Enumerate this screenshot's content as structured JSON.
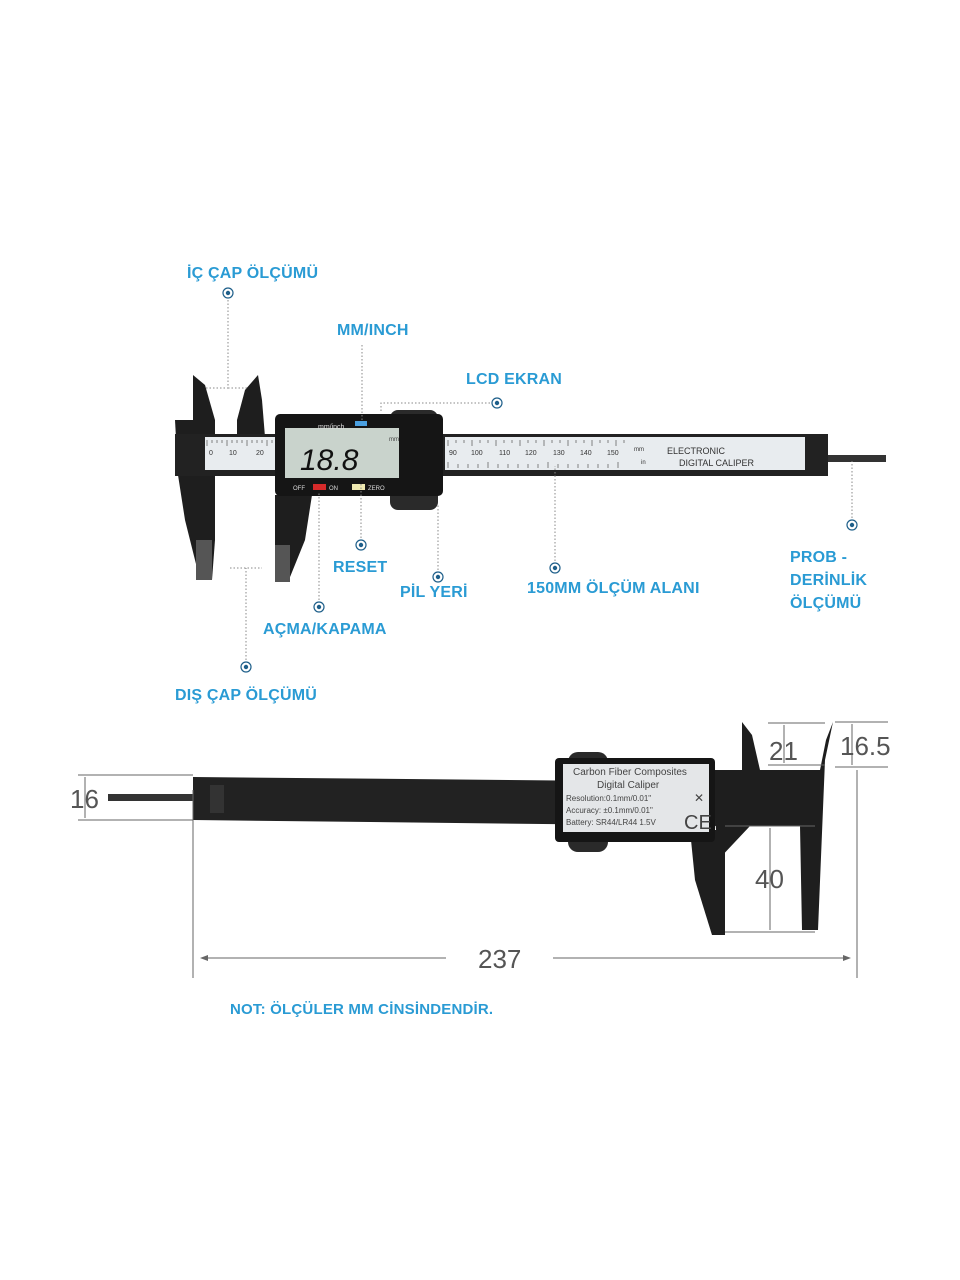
{
  "colors": {
    "label": "#2a9bd4",
    "body": "#1e1e1e",
    "scale": "#e8ecef",
    "lcd": "#c9d3cc"
  },
  "labels": {
    "inner": "İÇ ÇAP ÖLÇÜMÜ",
    "mm_inch": "MM/INCH",
    "lcd": "LCD EKRAN",
    "reset": "RESET",
    "battery": "PİL YERİ",
    "range": "150MM ÖLÇÜM ALANI",
    "probe": [
      "PROB -",
      "DERİNLİK",
      "ÖLÇÜMÜ"
    ],
    "power": "AÇMA/KAPAMA",
    "outer": "DIŞ ÇAP ÖLÇÜMÜ"
  },
  "caliper_top": {
    "display_value": "18.8",
    "unit_button": "mm/inch",
    "unit": "mm",
    "off": "OFF",
    "on": "ON",
    "zero": "ZERO",
    "scale_left": [
      "0",
      "10",
      "20"
    ],
    "scale_right": [
      "90",
      "100",
      "110",
      "120",
      "130",
      "140",
      "150"
    ],
    "scale_mm": "mm",
    "scale_in": "in",
    "brand": [
      "ELECTRONIC",
      "DIGITAL CALIPER"
    ]
  },
  "caliper_bottom": {
    "label": [
      "Carbon Fiber Composites",
      "Digital Caliper",
      "Resolution:0.1mm/0.01\"",
      "Accuracy: ±0.1mm/0.01\"",
      "Battery: SR44/LR44 1.5V"
    ],
    "ce": "CE"
  },
  "dimensions": {
    "probe": "16",
    "inner_jaw": "21",
    "jaw_width": "16.5",
    "outer_jaw": "40",
    "length": "237"
  },
  "note": "NOT: ÖLÇÜLER MM CİNSİNDENDİR."
}
